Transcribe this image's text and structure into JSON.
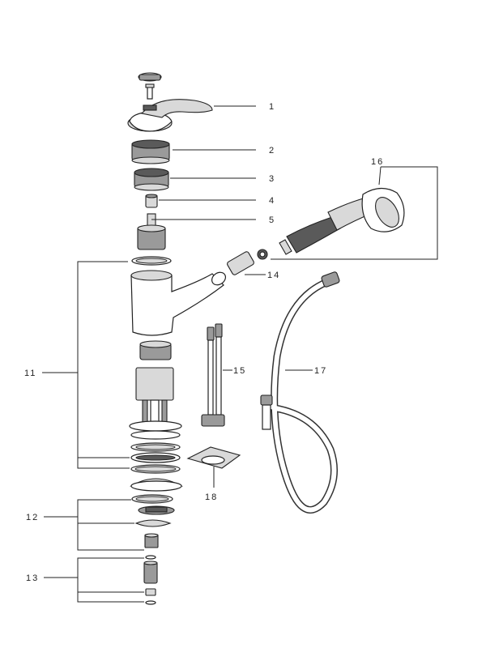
{
  "callouts": {
    "c1": "1",
    "c2": "2",
    "c3": "3",
    "c4": "4",
    "c5": "5",
    "c11": "11",
    "c12": "12",
    "c13": "13",
    "c14": "14",
    "c15": "15",
    "c16": "16",
    "c17": "17",
    "c18": "18"
  }
}
